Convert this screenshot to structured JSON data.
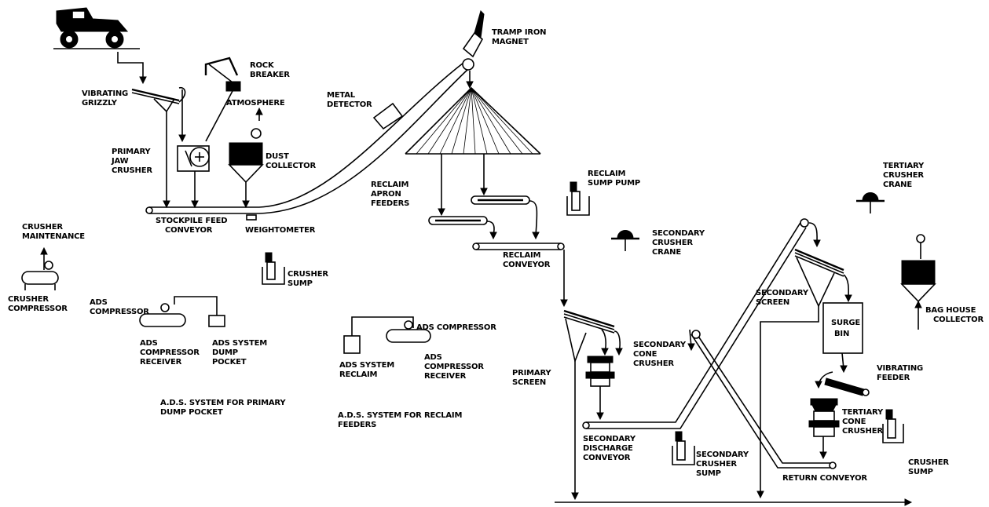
{
  "labels": {
    "vibrating_grizzly": [
      "VIBRATING",
      "GRIZZLY"
    ],
    "rock_breaker": [
      "ROCK",
      "BREAKER"
    ],
    "atmosphere": "ATMOSPHERE",
    "primary_jaw_crusher": [
      "PRIMARY",
      "JAW",
      "CRUSHER"
    ],
    "dust_collector": [
      "DUST",
      "COLLECTOR"
    ],
    "stockpile_feed_conveyor": [
      "STOCKPILE FEED",
      "CONVEYOR"
    ],
    "weightometer": "WEIGHTOMETER",
    "crusher_maintenance": [
      "CRUSHER",
      "MAINTENANCE"
    ],
    "crusher_compressor": [
      "CRUSHER",
      "COMPRESSOR"
    ],
    "crusher_sump_1": [
      "CRUSHER",
      "SUMP"
    ],
    "ads_compressor_1": [
      "ADS",
      "COMPRESSOR"
    ],
    "ads_compressor_receiver_1": [
      "ADS",
      "COMPRESSOR",
      "RECEIVER"
    ],
    "ads_system_dump_pocket": [
      "ADS SYSTEM",
      "DUMP",
      "POCKET"
    ],
    "ads_caption_1": [
      "A.D.S. SYSTEM FOR PRIMARY",
      "DUMP POCKET"
    ],
    "metal_detector": [
      "METAL",
      "DETECTOR"
    ],
    "tramp_iron_magnet": [
      "TRAMP IRON",
      "MAGNET"
    ],
    "reclaim_apron_feeders": [
      "RECLAIM",
      "APRON",
      "FEEDERS"
    ],
    "reclaim_sump_pump": [
      "RECLAIM",
      "SUMP PUMP"
    ],
    "reclaim_conveyor": [
      "RECLAIM",
      "CONVEYOR"
    ],
    "ads_compressor_2": "ADS COMPRESSOR",
    "ads_system_reclaim": [
      "ADS SYSTEM",
      "RECLAIM"
    ],
    "ads_compressor_receiver_2": [
      "ADS",
      "COMPRESSOR",
      "RECEIVER"
    ],
    "ads_caption_2": [
      "A.D.S. SYSTEM FOR RECLAIM",
      "FEEDERS"
    ],
    "secondary_crusher_crane": [
      "SECONDARY",
      "CRUSHER",
      "CRANE"
    ],
    "primary_screen": [
      "PRIMARY",
      "SCREEN"
    ],
    "secondary_cone_crusher": [
      "SECONDARY",
      "CONE",
      "CRUSHER"
    ],
    "secondary_discharge_conveyor": [
      "SECONDARY",
      "DISCHARGE",
      "CONVEYOR"
    ],
    "secondary_crusher_sump": [
      "SECONDARY",
      "CRUSHER",
      "SUMP"
    ],
    "secondary_screen": [
      "SECONDARY",
      "SCREEN"
    ],
    "surge_bin": [
      "SURGE",
      "BIN"
    ],
    "tertiary_crusher_crane": [
      "TERTIARY",
      "CRUSHER",
      "CRANE"
    ],
    "bag_house_collector": [
      "BAG HOUSE",
      "COLLECTOR"
    ],
    "vibrating_feeder": [
      "VIBRATING",
      "FEEDER"
    ],
    "tertiary_cone_crusher": [
      "TERTIARY",
      "CONE",
      "CRUSHER"
    ],
    "return_conveyor": "RETURN CONVEYOR",
    "crusher_sump_2": [
      "CRUSHER",
      "SUMP"
    ]
  }
}
